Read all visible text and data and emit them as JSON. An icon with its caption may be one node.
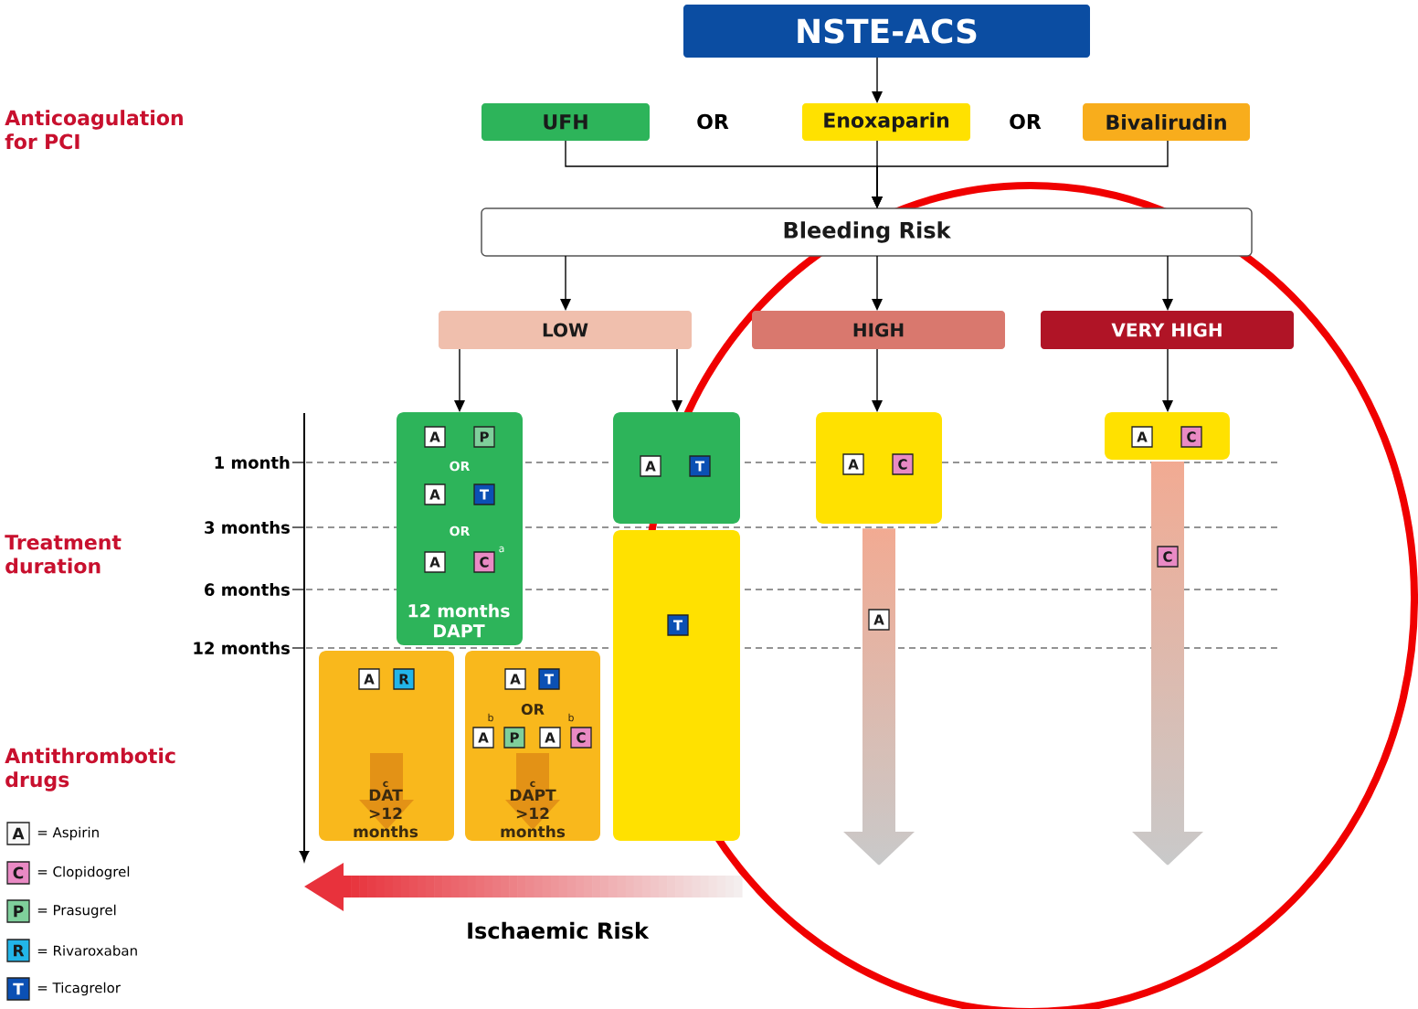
{
  "diagram": {
    "nodes": [
      {
        "text": [
          "NSTE-ACS"
        ]
      },
      {
        "text": [
          "UFH"
        ]
      },
      {
        "text": [
          "Enoxaparin"
        ]
      },
      {
        "text": [
          "Bivalirudin"
        ]
      },
      {
        "text": [
          "Bleeding Risk"
        ]
      },
      {
        "text": [
          "LOW"
        ]
      },
      {
        "text": [
          "HIGH"
        ]
      },
      {
        "text": [
          "VERY HIGH"
        ]
      },
      {
        "text": [
          "OR",
          "OR",
          "12 months DAPT"
        ]
      },
      {
        "text": [
          "A"
        ],
        "in": 8
      },
      {
        "text": [
          "P"
        ],
        "in": 8
      },
      {
        "text": [
          "A"
        ],
        "in": 8
      },
      {
        "text": [
          "T"
        ],
        "in": 8
      },
      {
        "text": [
          "A"
        ],
        "in": 8
      },
      {
        "text": [
          "C"
        ],
        "in": 8,
        "beside": [
          "a"
        ]
      },
      {
        "text": [],
        "shape": "box"
      },
      {
        "text": [
          "A"
        ],
        "in": 15
      },
      {
        "text": [
          "T"
        ],
        "in": 15
      },
      {
        "text": [],
        "shape": "box"
      },
      {
        "text": [
          "T"
        ],
        "in": 18
      },
      {
        "text": [],
        "shape": "box"
      },
      {
        "text": [
          "A"
        ],
        "in": 20
      },
      {
        "text": [
          "C"
        ],
        "in": 20
      },
      {
        "text": [],
        "shape": "box"
      },
      {
        "text": [
          "A"
        ],
        "in": 23
      },
      {
        "text": [
          "C"
        ],
        "in": 23
      },
      {
        "text": [
          "A"
        ]
      },
      {
        "text": [
          "C"
        ]
      },
      {
        "text": [
          "c",
          "DAT >12 months"
        ]
      },
      {
        "text": [
          "A"
        ],
        "in": 28
      },
      {
        "text": [
          "R"
        ],
        "in": 28
      },
      {
        "text": [
          "OR",
          "c",
          "DAPT >12 months"
        ]
      },
      {
        "text": [
          "A"
        ],
        "in": 31
      },
      {
        "text": [
          "T"
        ],
        "in": 31
      },
      {
        "text": [
          "A"
        ],
        "in": 31,
        "beside": [
          "b"
        ]
      },
      {
        "text": [
          "P"
        ],
        "in": 31
      },
      {
        "text": [
          "A"
        ],
        "in": 31,
        "beside": [
          "b"
        ]
      },
      {
        "text": [
          "C"
        ],
        "in": 31
      }
    ],
    "edges": [
      {
        "from": 0,
        "to": 2,
        "arrow": "to"
      },
      {
        "from": 1,
        "to": 4,
        "arrow": "to"
      },
      {
        "from": 2,
        "to": 4,
        "arrow": "to"
      },
      {
        "from": 3,
        "to": 4,
        "arrow": "to"
      },
      {
        "from": 4,
        "to": 5,
        "arrow": "to"
      },
      {
        "from": 4,
        "to": 6,
        "arrow": "to"
      },
      {
        "from": 4,
        "to": 7,
        "arrow": "to"
      },
      {
        "from": 5,
        "to": 8,
        "arrow": "to"
      },
      {
        "from": 5,
        "to": 15,
        "arrow": "to"
      },
      {
        "from": 6,
        "to": 20,
        "arrow": "to"
      },
      {
        "from": 7,
        "to": 23,
        "arrow": "to"
      }
    ],
    "labels": [
      "Anticoagulation for PCI",
      "OR",
      "OR",
      "1 month",
      "3 months",
      "6 months",
      "12 months",
      "Treatment duration",
      "Antithrombotic drugs",
      "Ischaemic Risk",
      "A",
      "C",
      "P",
      "R",
      "T"
    ],
    "legend": [
      {
        "text": "= Aspirin",
        "color": "#f8f8f8"
      },
      {
        "text": "= Clopidogrel",
        "color": "#e98ac4"
      },
      {
        "text": "= Prasugrel",
        "color": "#7fcf9b"
      },
      {
        "text": "= Rivaroxaban",
        "color": "#22b5e9"
      },
      {
        "text": "= Ticagrelor",
        "color": "#0b50b4"
      }
    ]
  }
}
